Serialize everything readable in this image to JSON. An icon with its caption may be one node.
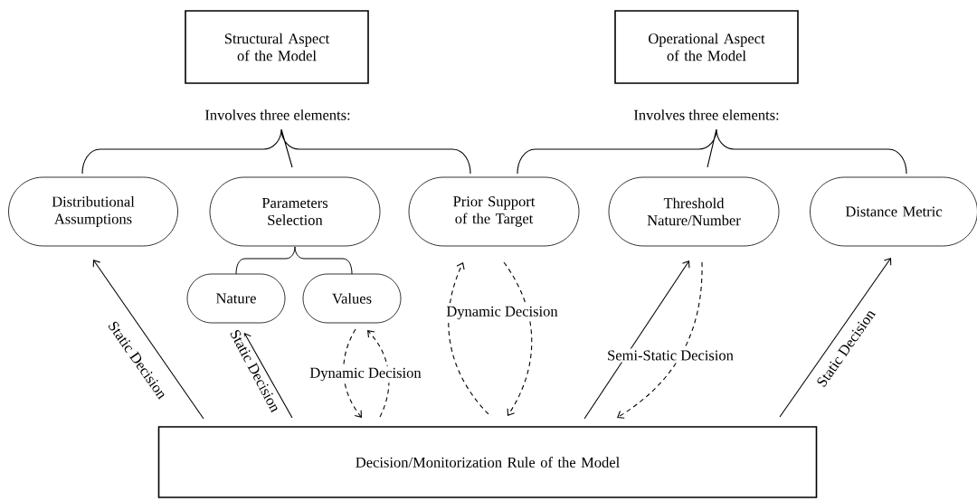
{
  "diagram": {
    "nodes": [
      {
        "text": [
          "Structural Aspect of the Model"
        ]
      },
      {
        "text": [
          "Operational Aspect of the Model"
        ]
      },
      {
        "text": [
          "Distributional Assumptions"
        ]
      },
      {
        "text": [
          "Parameters Selection"
        ]
      },
      {
        "text": [
          "Prior Support of the Target"
        ]
      },
      {
        "text": [
          "Threshold Nature/Number"
        ]
      },
      {
        "text": [
          "Distance Metric"
        ]
      },
      {
        "text": [
          "Nature"
        ]
      },
      {
        "text": [
          "Values"
        ]
      },
      {
        "text": [
          "Decision/Monitorization Rule of the Model"
        ]
      }
    ],
    "edges": [
      {
        "from": 9,
        "to": 2,
        "arrow": "to",
        "label": "Static Decision"
      },
      {
        "from": 9,
        "to": 7,
        "arrow": "to",
        "label": "Static Decision"
      },
      {
        "from": 8,
        "to": 9,
        "arrow": "to",
        "style": "dashed",
        "label": "Dynamic Decision"
      },
      {
        "from": 9,
        "to": 8,
        "arrow": "to",
        "style": "dashed"
      },
      {
        "from": 9,
        "to": 4,
        "arrow": "to",
        "style": "dashed",
        "label": "Dynamic Decision"
      },
      {
        "from": 4,
        "to": 9,
        "arrow": "to",
        "style": "dashed"
      },
      {
        "from": 9,
        "to": 5,
        "arrow": "to",
        "label": "Semi-Static Decision"
      },
      {
        "from": 5,
        "to": 9,
        "arrow": "to",
        "style": "dashed"
      },
      {
        "from": 9,
        "to": 6,
        "arrow": "to",
        "label": "Static Decision"
      }
    ],
    "labels": [
      "Involves three elements:",
      "Involves three elements:"
    ]
  }
}
